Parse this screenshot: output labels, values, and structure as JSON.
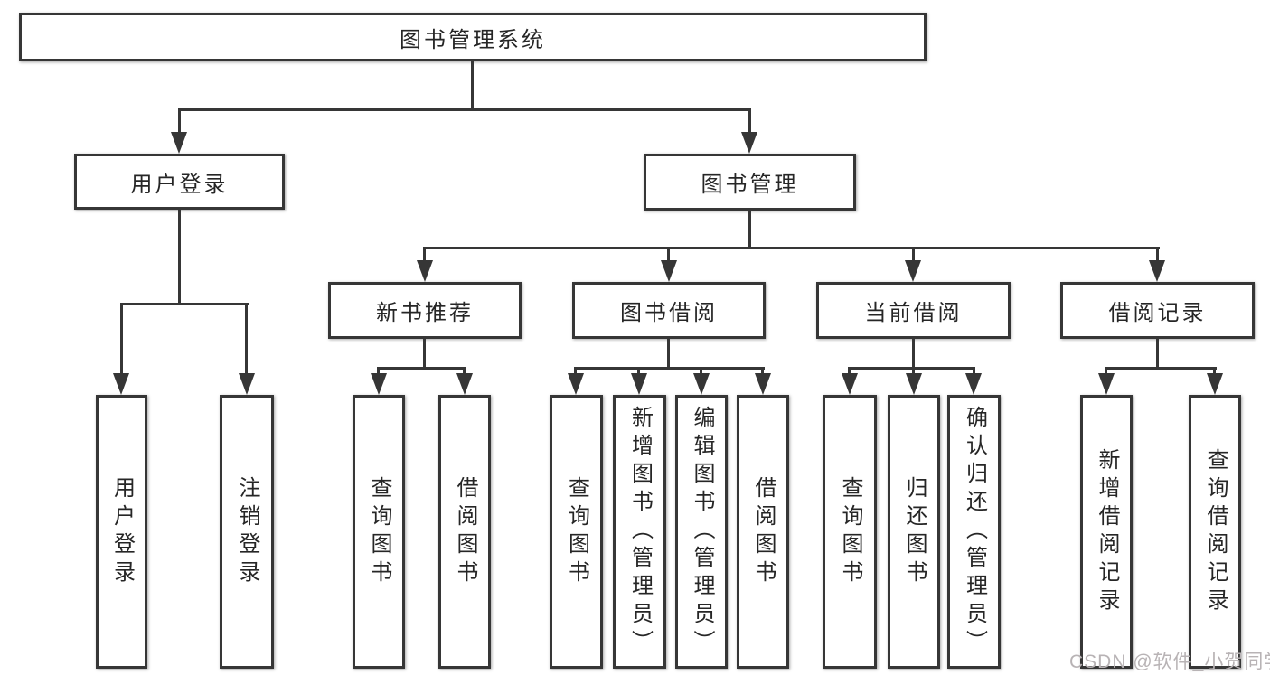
{
  "diagram": {
    "root": {
      "label": "图书管理系统"
    },
    "login_branch": {
      "label": "用户登录",
      "children": [
        {
          "label": "用户登录"
        },
        {
          "label": "注销登录"
        }
      ]
    },
    "management_branch": {
      "label": "图书管理",
      "sections": [
        {
          "label": "新书推荐",
          "children": [
            {
              "label": "查询图书"
            },
            {
              "label": "借阅图书"
            }
          ]
        },
        {
          "label": "图书借阅",
          "children": [
            {
              "label": "查询图书"
            },
            {
              "label": "新增图书（管理员）"
            },
            {
              "label": "编辑图书（管理员）"
            },
            {
              "label": "借阅图书"
            }
          ]
        },
        {
          "label": "当前借阅",
          "children": [
            {
              "label": "查询图书"
            },
            {
              "label": "归还图书"
            },
            {
              "label": "确认归还（管理员）"
            }
          ]
        },
        {
          "label": "借阅记录",
          "children": [
            {
              "label": "新增借阅记录"
            },
            {
              "label": "查询借阅记录"
            }
          ]
        }
      ]
    }
  },
  "watermark": {
    "text": "CSDN @软件_小贺同学"
  },
  "colors": {
    "line": "#363636",
    "text": "#262626",
    "background": "#ffffff",
    "watermark": "#b8b3b5"
  }
}
